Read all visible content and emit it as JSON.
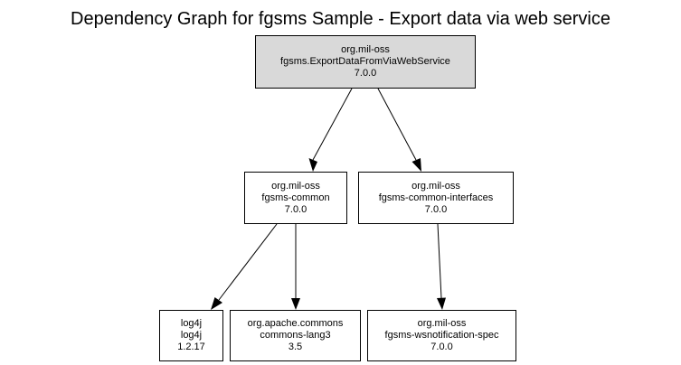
{
  "title": "Dependency Graph for fgsms Sample - Export data via web service",
  "colors": {
    "root_fill": "#d9d9d9",
    "node_fill": "#ffffff",
    "stroke": "#000000"
  },
  "nodes": [
    {
      "id": "root",
      "group": "org.mil-oss",
      "artifact": "fgsms.ExportDataFromViaWebService",
      "version": "7.0.0"
    },
    {
      "id": "common",
      "group": "org.mil-oss",
      "artifact": "fgsms-common",
      "version": "7.0.0"
    },
    {
      "id": "interfaces",
      "group": "org.mil-oss",
      "artifact": "fgsms-common-interfaces",
      "version": "7.0.0"
    },
    {
      "id": "log4j",
      "group": "log4j",
      "artifact": "log4j",
      "version": "1.2.17"
    },
    {
      "id": "lang3",
      "group": "org.apache.commons",
      "artifact": "commons-lang3",
      "version": "3.5"
    },
    {
      "id": "wsn",
      "group": "org.mil-oss",
      "artifact": "fgsms-wsnotification-spec",
      "version": "7.0.0"
    }
  ],
  "edges": [
    {
      "from": "root",
      "to": "common"
    },
    {
      "from": "root",
      "to": "interfaces"
    },
    {
      "from": "common",
      "to": "log4j"
    },
    {
      "from": "common",
      "to": "lang3"
    },
    {
      "from": "interfaces",
      "to": "wsn"
    }
  ]
}
